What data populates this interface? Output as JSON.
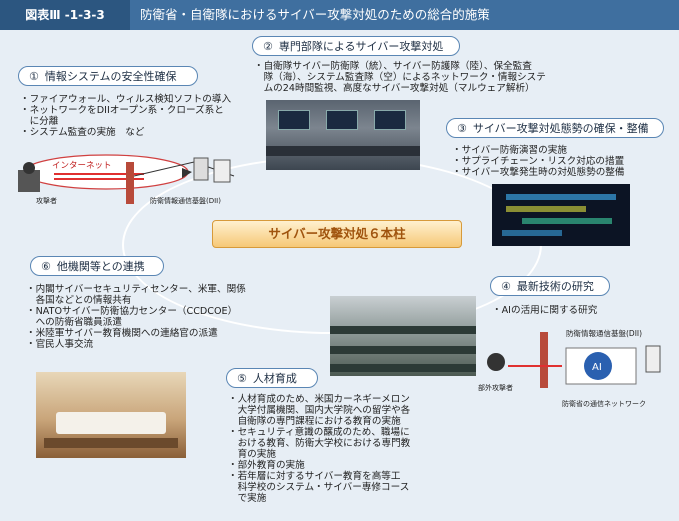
{
  "header": {
    "fig_id": "図表Ⅲ -1-3-3",
    "title": "防衛省・自衛隊におけるサイバー攻撃対処のための総合的施策"
  },
  "center_label": "サイバー攻撃対処６本柱",
  "sections": {
    "s1": {
      "num": "①",
      "title": "情報システムの安全性確保",
      "lines": [
        "・ファイアウォール、ウィルス検知ソフトの導入",
        "・ネットワークをDIIオープン系・クローズ系と",
        "　に分離",
        "・システム監査の実施　など"
      ]
    },
    "s2": {
      "num": "②",
      "title": "専門部隊によるサイバー攻撃対処",
      "lines": [
        "・自衛隊サイバー防衛隊（統）、サイバー防護隊（陸）、保全監査",
        "　隊（海）、システム監査隊（空）によるネットワーク・情報システ",
        "　ムの24時間監視、高度なサイバー攻撃対処（マルウェア解析）"
      ]
    },
    "s3": {
      "num": "③",
      "title": "サイバー攻撃対処態勢の確保・整備",
      "lines": [
        "・サイバー防衛演習の実施",
        "・サプライチェーン・リスク対応の措置",
        "・サイバー攻撃発生時の対処態勢の整備"
      ]
    },
    "s4": {
      "num": "④",
      "title": "最新技術の研究",
      "lines": [
        "・AIの活用に関する研究"
      ]
    },
    "s5": {
      "num": "⑤",
      "title": "人材育成",
      "lines": [
        "・人材育成のため、米国カーネギーメロン",
        "　大学付属機関、国内大学院への留学や各",
        "　自衛隊の専門課程における教育の実施",
        "・セキュリティ意識の醸成のため、職場に",
        "　おける教育、防衛大学校における専門教",
        "　育の実施",
        "・部外教育の実施",
        "・若年層に対するサイバー教育を高等工",
        "　科学校のシステム・サイバー専修コース",
        "　で実施"
      ]
    },
    "s6": {
      "num": "⑥",
      "title": "他機関等との連携",
      "lines": [
        "・内閣サイバーセキュリティセンター、米軍、関係",
        "　各国などとの情報共有",
        "・NATOサイバー防衛協力センター（CCDCOE）",
        "　への防衛省職員派遣",
        "・米陸軍サイバー教育機関への連絡官の派遣",
        "・官民人事交流"
      ]
    }
  },
  "diagram1": {
    "internet": "インターネット",
    "attacker": "攻撃者",
    "dii": "防衛情報通信基盤(DII)"
  },
  "diagram4": {
    "dii": "防衛情報通信基盤(DII)",
    "ai": "AI",
    "attacker": "部外攻撃者",
    "network": "防衛省の通信ネットワーク"
  },
  "colors": {
    "header": "#3f6f9f",
    "header_dark": "#2c5680",
    "center_text": "#a0540e",
    "attack_red": "#e03030"
  }
}
